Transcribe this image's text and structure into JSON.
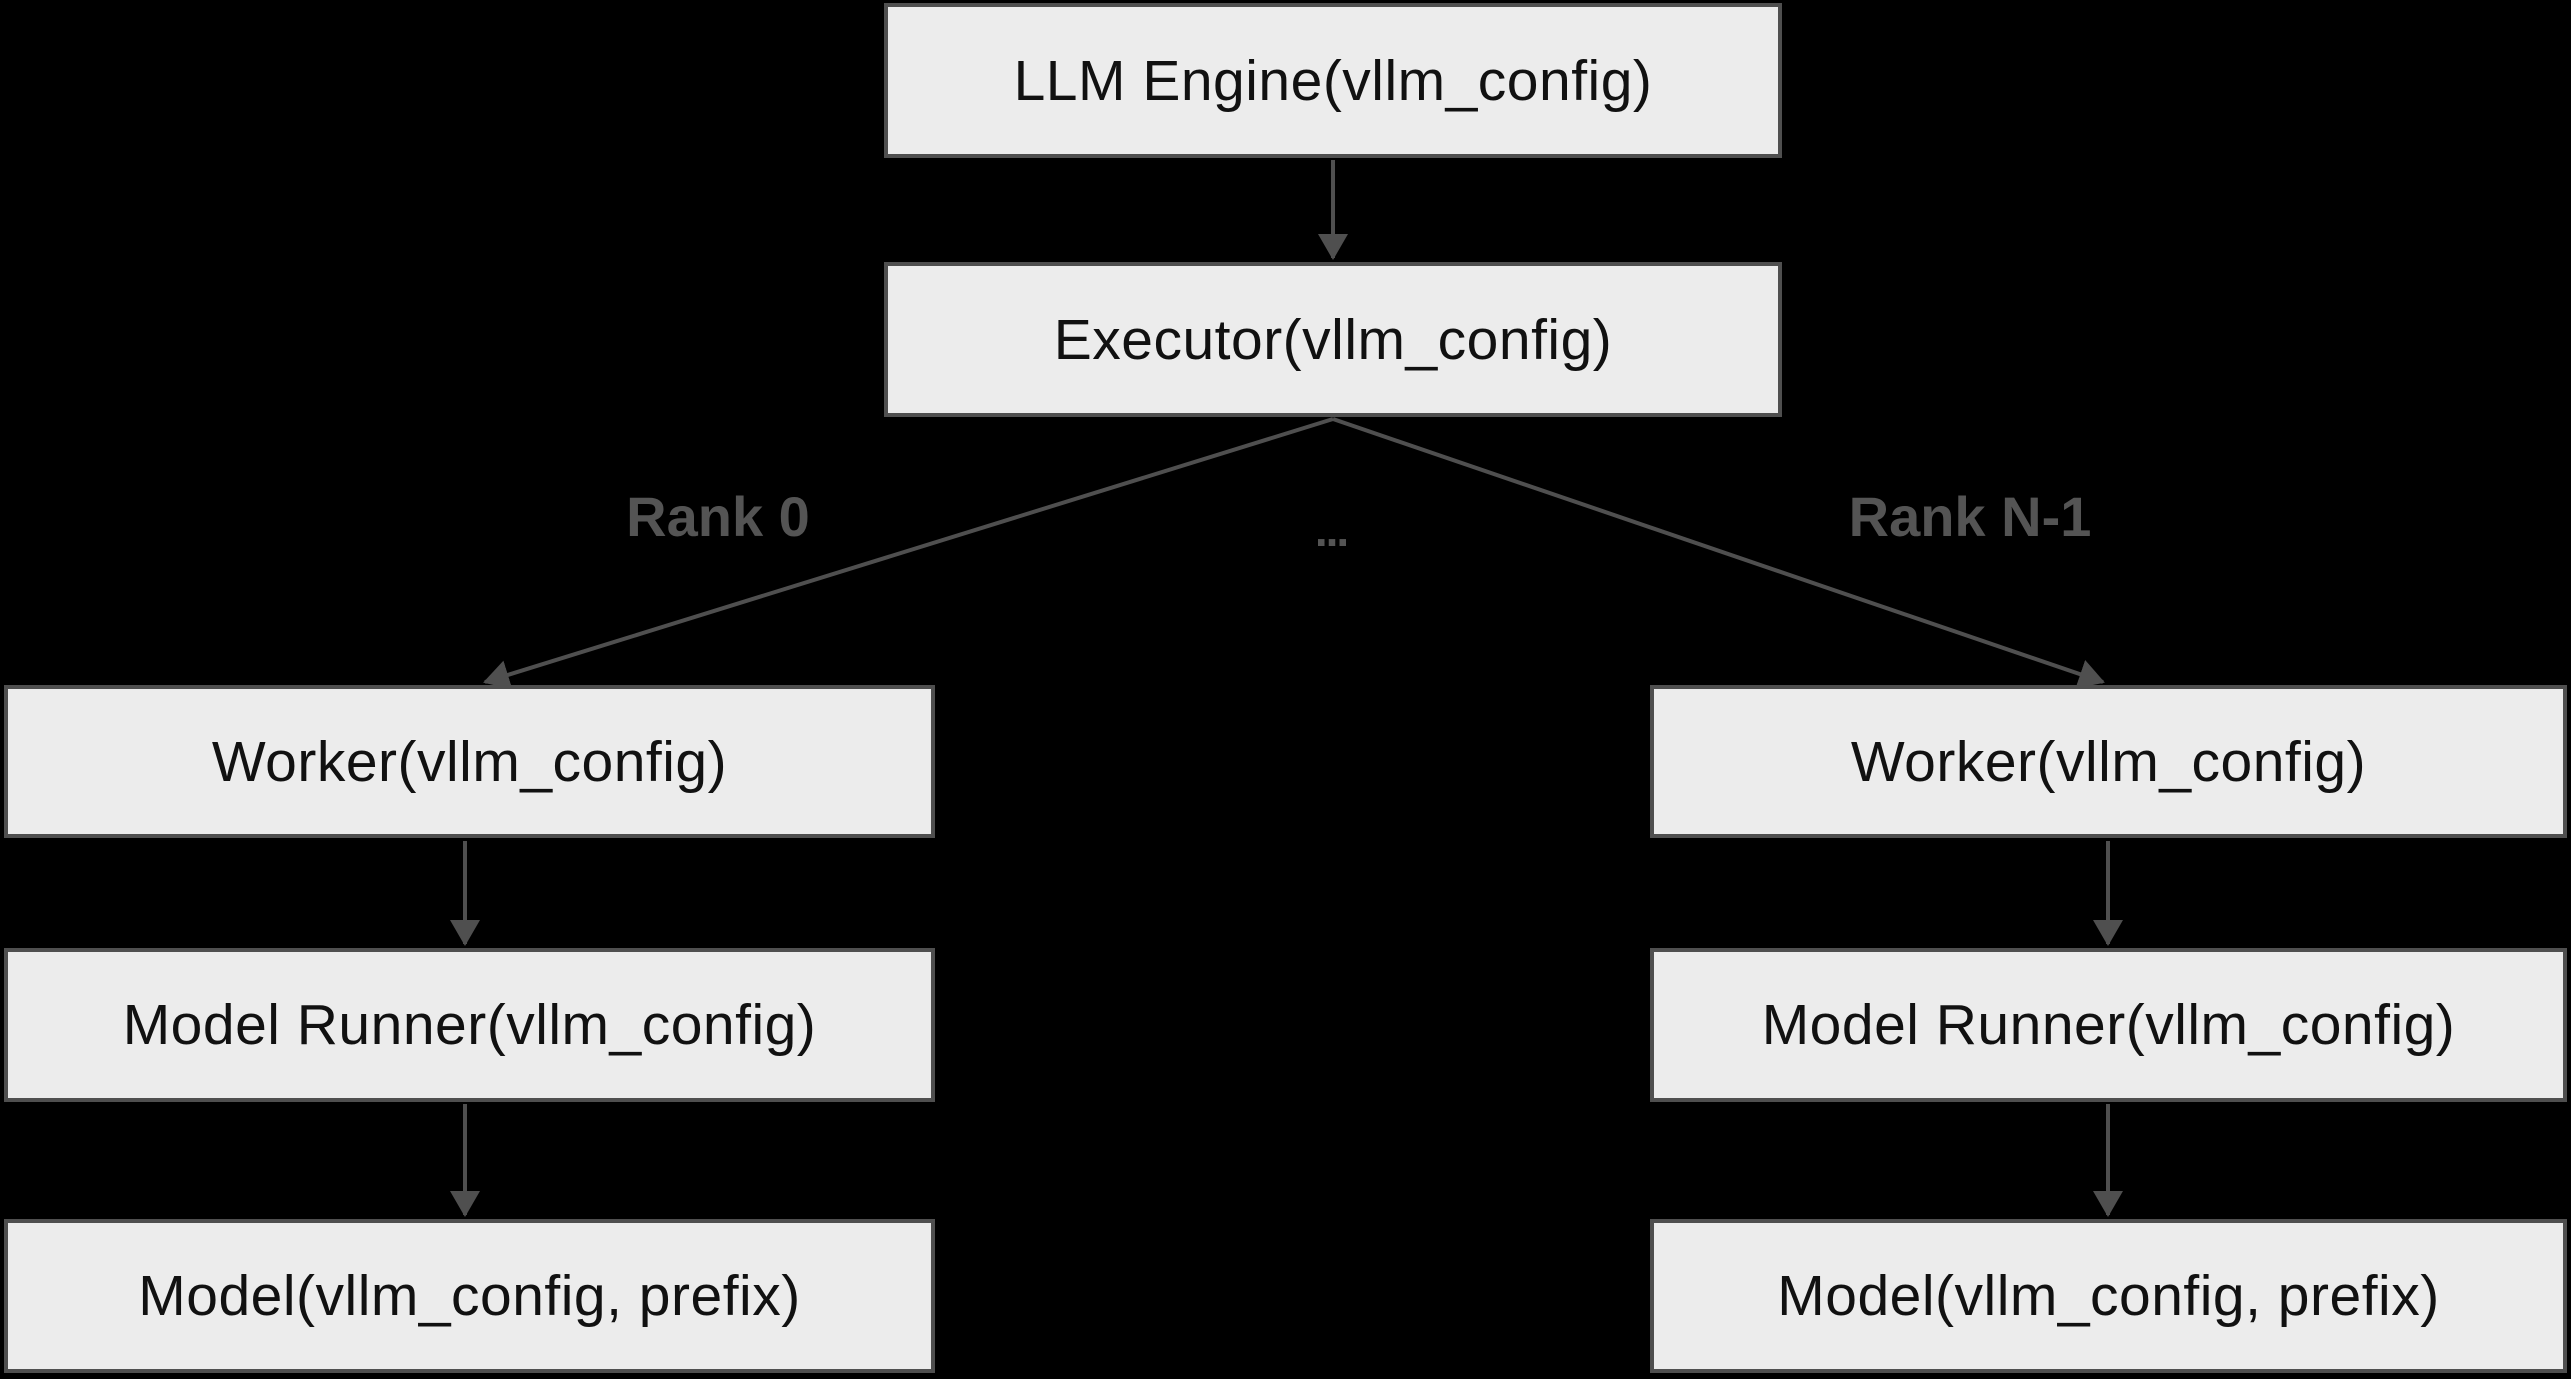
{
  "diagram": {
    "type": "flowchart",
    "colors": {
      "background": "#000000",
      "node_fill": "#ececec",
      "node_border": "#4f4f4f",
      "node_text": "#111111",
      "edge": "#4f4f4f",
      "edge_label_text": "#545454"
    },
    "nodes": {
      "llm_engine": {
        "label": "LLM Engine(vllm_config)"
      },
      "executor": {
        "label": "Executor(vllm_config)"
      },
      "worker_left": {
        "label": "Worker(vllm_config)"
      },
      "model_runner_left": {
        "label": "Model Runner(vllm_config)"
      },
      "model_left": {
        "label": "Model(vllm_config, prefix)"
      },
      "worker_right": {
        "label": "Worker(vllm_config)"
      },
      "model_runner_right": {
        "label": "Model Runner(vllm_config)"
      },
      "model_right": {
        "label": "Model(vllm_config, prefix)"
      }
    },
    "edge_labels": {
      "rank_0": "Rank 0",
      "ellipsis": "...",
      "rank_n_minus_1": "Rank N-1"
    },
    "edges": [
      {
        "from": "llm_engine",
        "to": "executor",
        "label": ""
      },
      {
        "from": "executor",
        "to": "worker_left",
        "label": "Rank 0"
      },
      {
        "from": "executor",
        "to": "worker_right",
        "label": "Rank N-1"
      },
      {
        "from": "worker_left",
        "to": "model_runner_left",
        "label": ""
      },
      {
        "from": "model_runner_left",
        "to": "model_left",
        "label": ""
      },
      {
        "from": "worker_right",
        "to": "model_runner_right",
        "label": ""
      },
      {
        "from": "model_runner_right",
        "to": "model_right",
        "label": ""
      }
    ]
  }
}
